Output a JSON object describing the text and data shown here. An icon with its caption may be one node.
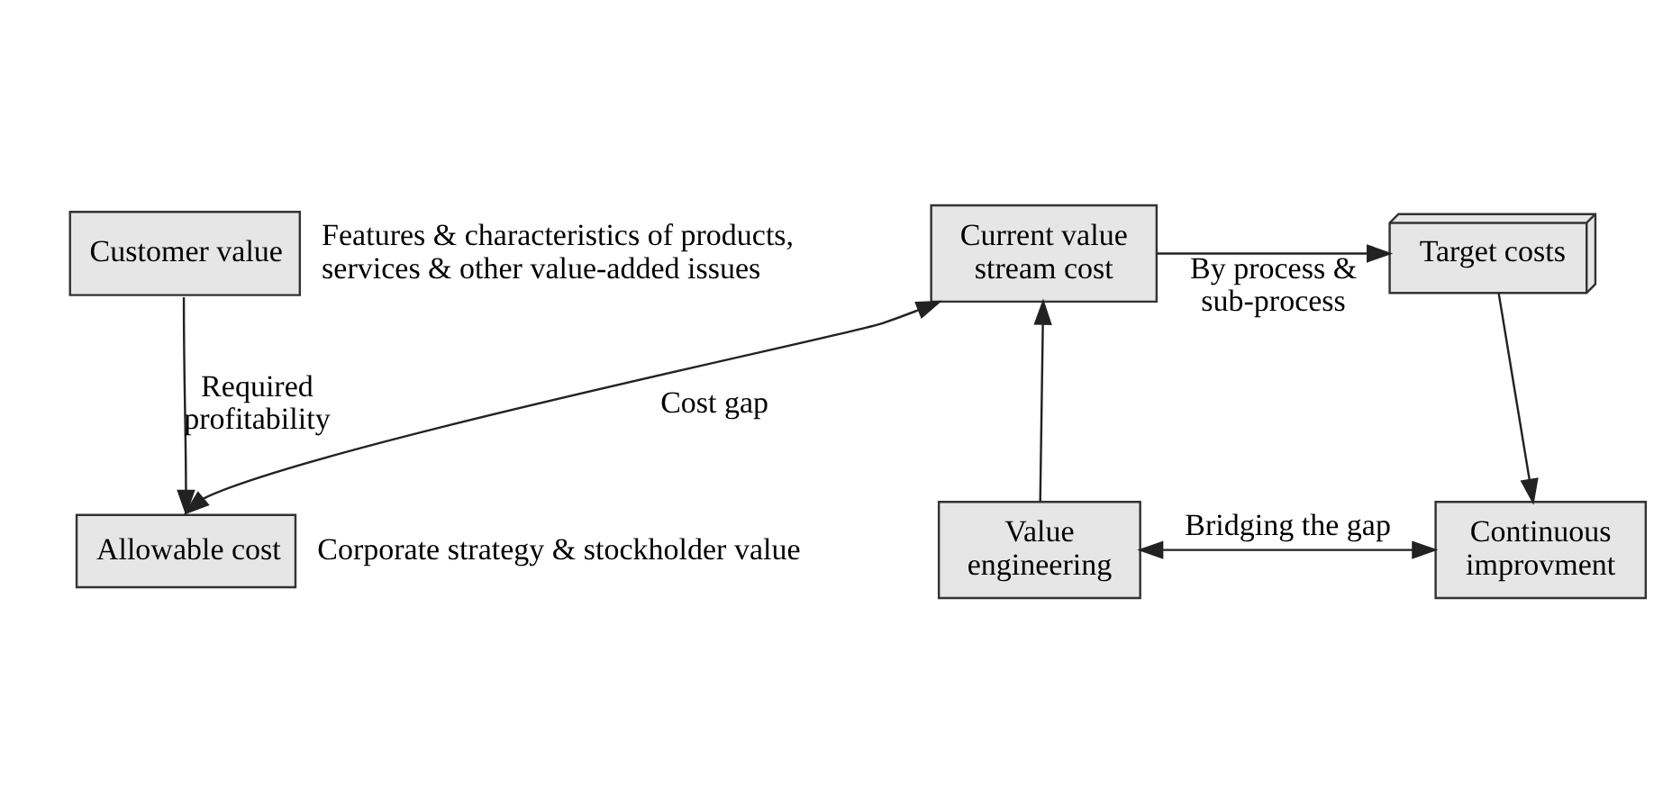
{
  "diagram": {
    "nodes": [
      {
        "text": [
          "Customer value"
        ],
        "beside": [
          "Features & characteristics of products, services & other value-added issues"
        ]
      },
      {
        "text": [
          "Allowable cost"
        ],
        "beside": [
          "Corporate strategy & stockholder value"
        ]
      },
      {
        "text": [
          "Current value stream cost"
        ]
      },
      {
        "text": [
          "Target costs"
        ]
      },
      {
        "text": [
          "Value engineering"
        ]
      },
      {
        "text": [
          "Continuous improvment"
        ]
      }
    ],
    "edges": [
      {
        "from": 0,
        "to": 1,
        "arrow": "to",
        "label": "Required profitability"
      },
      {
        "from": 2,
        "to": 1,
        "arrow": "both",
        "label": "Cost gap"
      },
      {
        "from": 2,
        "to": 3,
        "arrow": "to",
        "label": "By process & sub-process"
      },
      {
        "from": 3,
        "to": 5,
        "arrow": "to"
      },
      {
        "from": 4,
        "to": 2,
        "arrow": "to"
      },
      {
        "from": 4,
        "to": 5,
        "arrow": "both",
        "label": "Bridging the gap"
      }
    ]
  }
}
